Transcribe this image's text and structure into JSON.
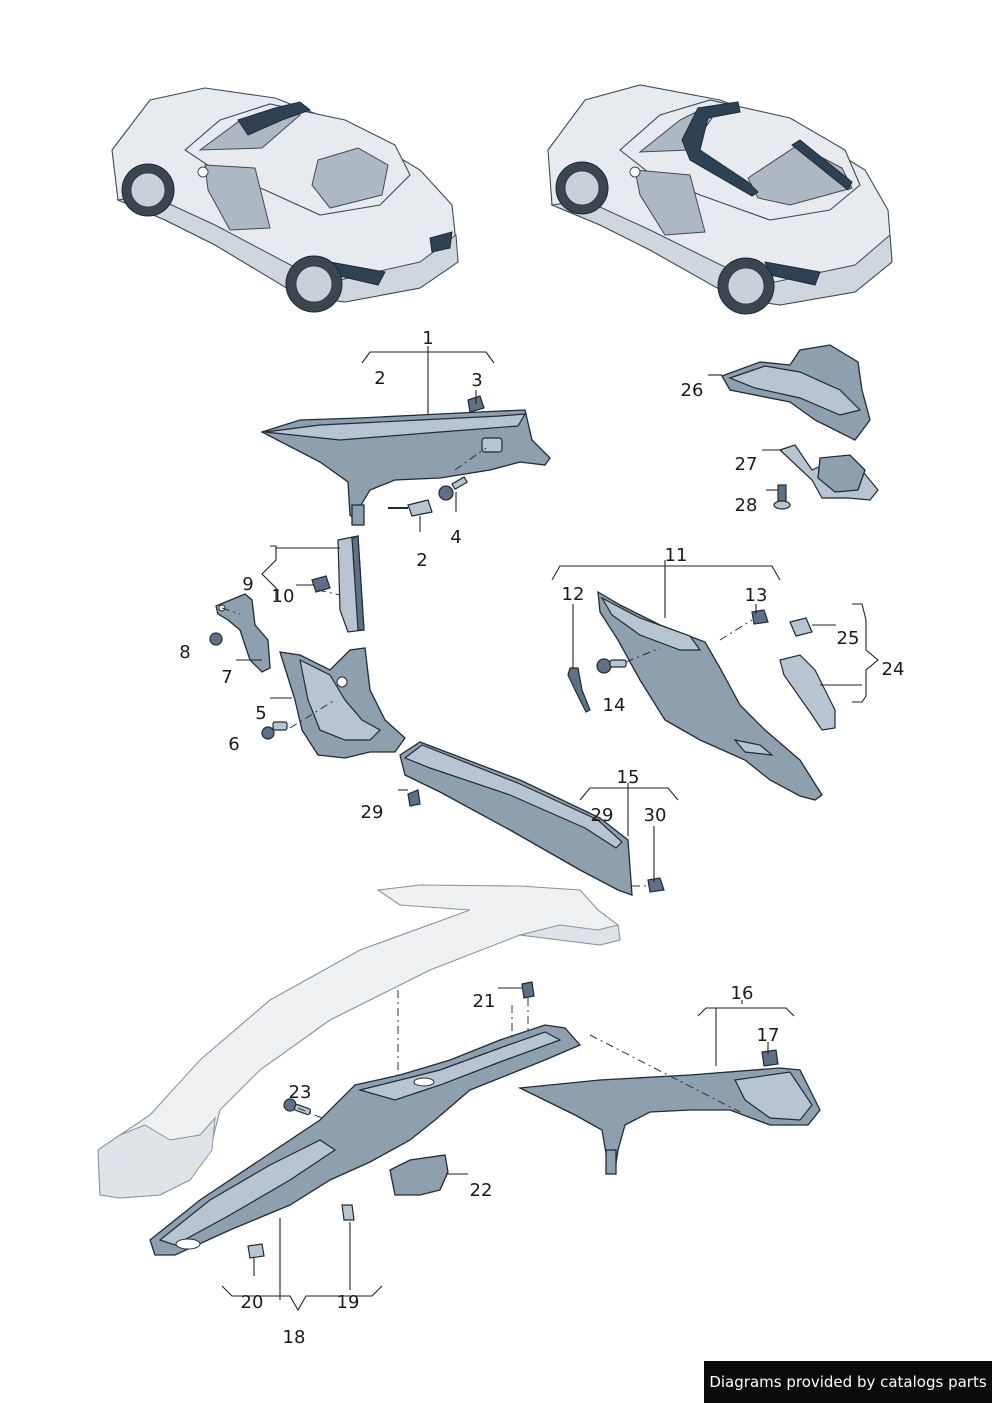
{
  "callouts": {
    "c1": "1",
    "c2a": "2",
    "c3": "3",
    "c2b": "2",
    "c4": "4",
    "c9": "9",
    "c10": "10",
    "c8": "8",
    "c7": "7",
    "c5": "5",
    "c6": "6",
    "c29a": "29",
    "c26": "26",
    "c27": "27",
    "c28": "28",
    "c11": "11",
    "c12": "12",
    "c13": "13",
    "c25": "25",
    "c24": "24",
    "c14": "14",
    "c15": "15",
    "c29b": "29",
    "c30": "30",
    "c21": "21",
    "c16": "16",
    "c17": "17",
    "c23": "23",
    "c22": "22",
    "c20": "20",
    "c19": "19",
    "c18": "18"
  },
  "footer": {
    "text": "Diagrams provided by catalogs parts"
  },
  "colors": {
    "part_fill": "#8e9fae",
    "part_stroke": "#1e2c39",
    "ghost_fill": "#eef0f2",
    "footer_bg": "#0b0b0b"
  }
}
